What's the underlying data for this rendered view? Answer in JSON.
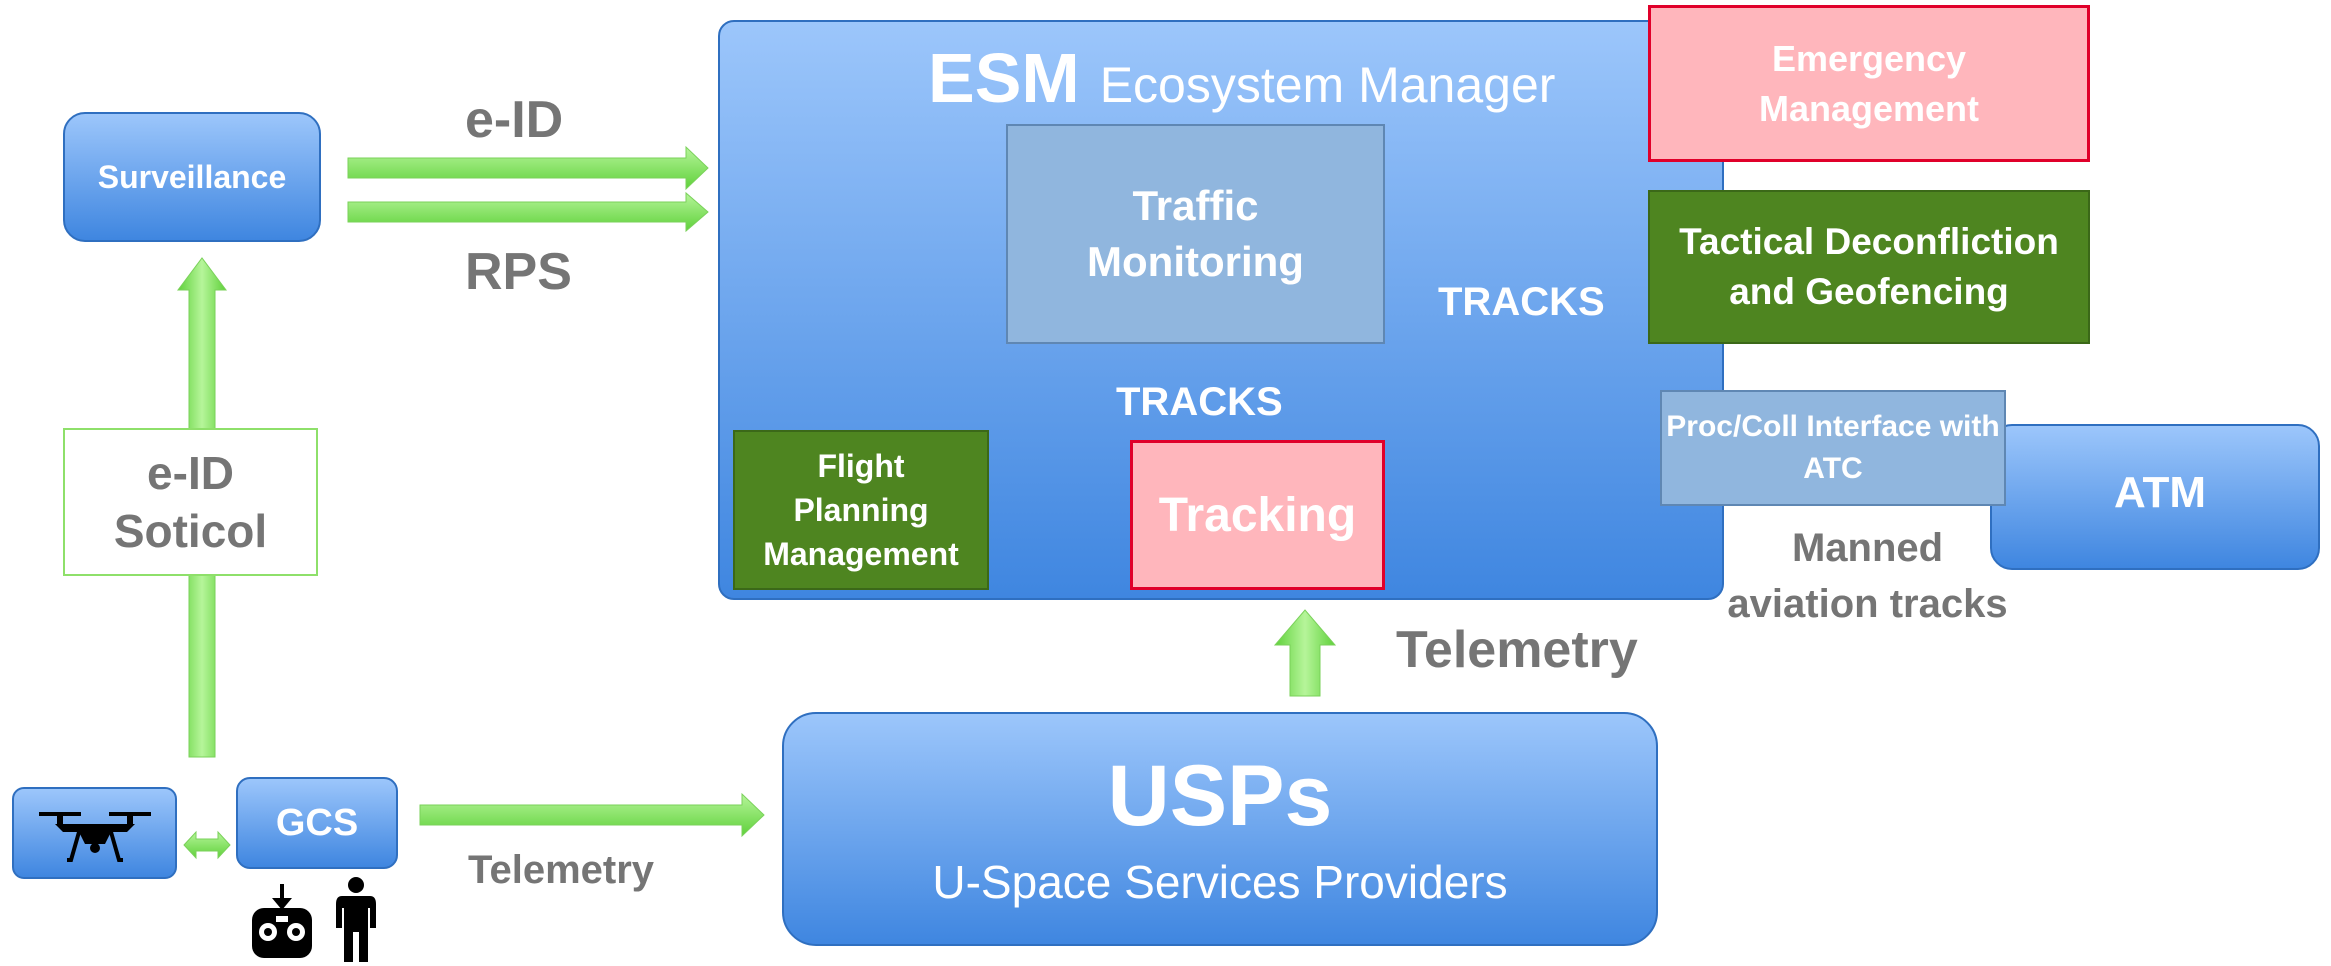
{
  "colors": {
    "arrow": "#7ee35c",
    "arrow_dark": "#5fc43e",
    "blue_top": "#9cc6fb",
    "blue_bottom": "#3f86e0",
    "dark_green": "#4e8520",
    "pink": "#ffb6bc",
    "pink_border": "#e0002a",
    "light_blue": "#90b6de",
    "grey_text": "#757575",
    "outline_green": "#8ee06a"
  },
  "labels": {
    "surveillance": "Surveillance",
    "eid_top": "e-ID",
    "rps": "RPS",
    "eid_box_line1": "e-ID",
    "eid_box_line2": "Soticol",
    "gcs": "GCS",
    "telemetry_left": "Telemetry",
    "esm_abbrev": "ESM",
    "esm_full": "Ecosystem Manager",
    "traffic_monitoring_line1": "Traffic",
    "traffic_monitoring_line2": "Monitoring",
    "tracks_right": "TRACKS",
    "tracks_mid": "TRACKS",
    "flight_planning_line1": "Flight",
    "flight_planning_line2": "Planning",
    "flight_planning_line3": "Management",
    "tracking": "Tracking",
    "emergency_line1": "Emergency",
    "emergency_line2": "Management",
    "tactical_line1": "Tactical Deconfliction",
    "tactical_line2": "and Geofencing",
    "proc_line1": "Proc/Coll Interface with",
    "proc_line2": "ATC",
    "atm": "ATM",
    "manned_line1": "Manned",
    "manned_line2": "aviation tracks",
    "telemetry_mid": "Telemetry",
    "usps": "USPs",
    "usps_full": "U-Space Services Providers"
  },
  "icons": {
    "drone": "drone-icon",
    "controller": "remote-controller-icon",
    "person": "person-icon"
  }
}
